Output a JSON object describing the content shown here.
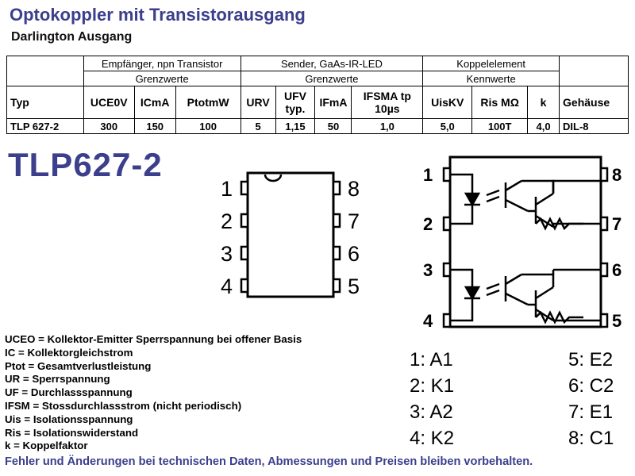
{
  "header": {
    "title": "Optokoppler mit Transistorausgang",
    "subtitle": "Darlington Ausgang"
  },
  "table": {
    "groups": [
      {
        "label": "Empfänger, npn Transistor",
        "sub": "Grenzwerte"
      },
      {
        "label": "Sender, GaAs-IR-LED",
        "sub": "Grenzwerte"
      },
      {
        "label": "Koppelelement",
        "sub": "Kennwerte"
      }
    ],
    "col_headers": [
      "Typ",
      "UCE0V",
      "ICmA",
      "PtotmW",
      "URV",
      "UFV typ.",
      "IFmA",
      "IFSMA tp 10µs",
      "UisKV",
      "Ris MΩ",
      "k",
      "Gehäuse"
    ],
    "row": [
      "TLP 627-2",
      "300",
      "150",
      "100",
      "5",
      "1,15",
      "50",
      "1,0",
      "5,0",
      "100T",
      "4,0",
      "DIL-8"
    ]
  },
  "part_number": "TLP627-2",
  "pinout": {
    "left_numbers": [
      "1",
      "2",
      "3",
      "4"
    ],
    "right_numbers": [
      "8",
      "7",
      "6",
      "5"
    ]
  },
  "schematic": {
    "left_numbers": [
      "1",
      "2",
      "3",
      "4"
    ],
    "right_numbers": [
      "8",
      "7",
      "6",
      "5"
    ]
  },
  "pin_assignments": {
    "left": [
      "1: A1",
      "2: K1",
      "3: A2",
      "4: K2"
    ],
    "right": [
      "5: E2",
      "6: C2",
      "7: E1",
      "8: C1"
    ]
  },
  "legend": [
    "UCEO = Kollektor-Emitter Sperrspannung bei offener Basis",
    "IC = Kollektorgleichstrom",
    "Ptot = Gesamtverlustleistung",
    "UR = Sperrspannung",
    "UF = Durchlassspannung",
    "IFSM = Stossdurchlassstrom (nicht periodisch)",
    "Uis = Isolationsspannung",
    "Ris = Isolationswiderstand",
    "k = Koppelfaktor"
  ],
  "footer": "Fehler und Änderungen bei technischen Daten, Abmessungen und Preisen bleiben vorbehalten.",
  "colors": {
    "accent": "#3b3f8c"
  }
}
